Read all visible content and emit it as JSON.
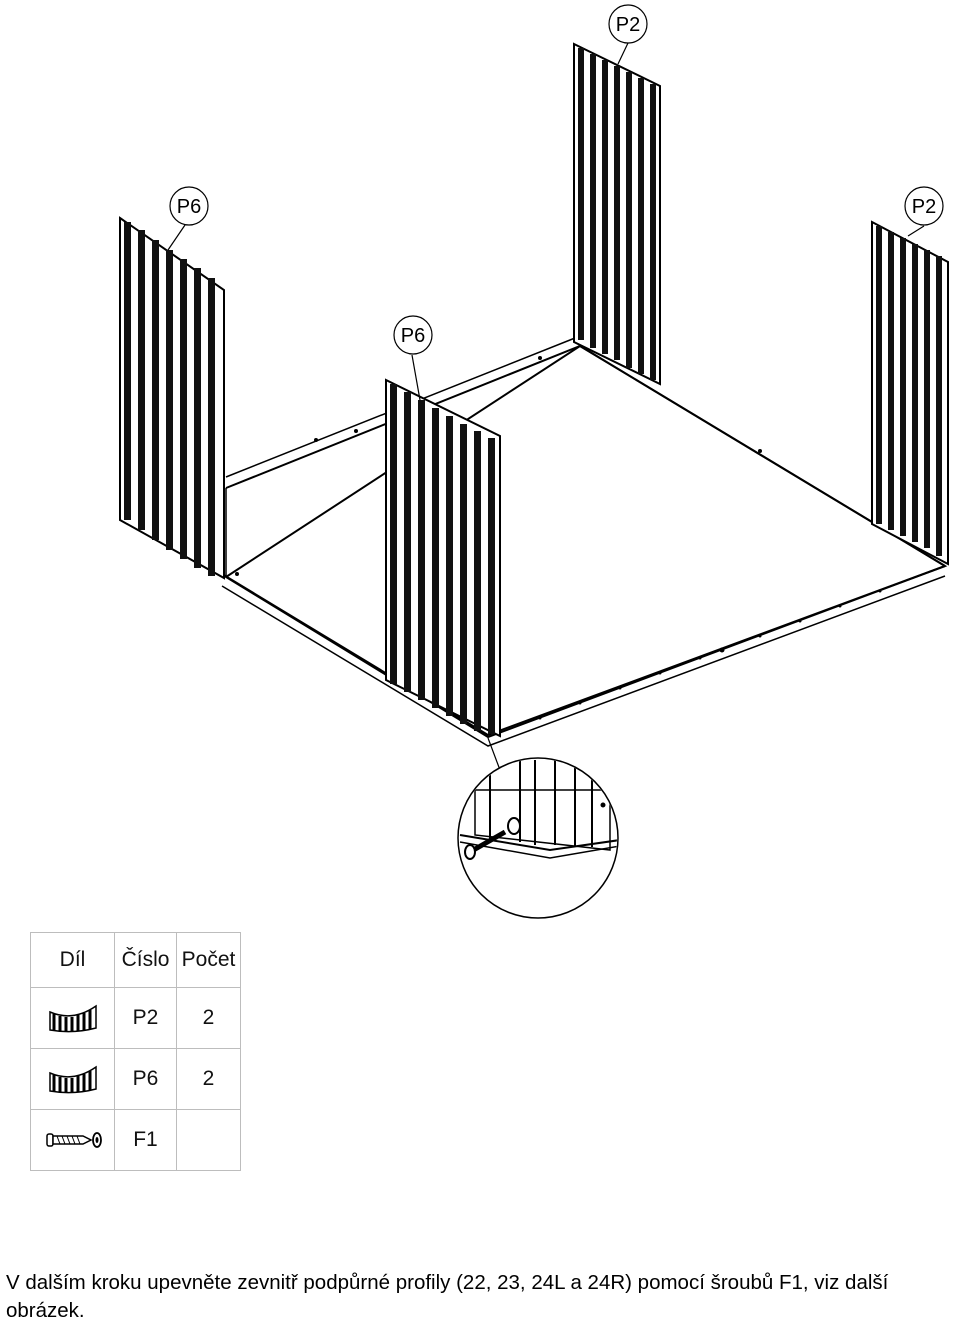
{
  "labels": {
    "p2_top": "P2",
    "p2_right": "P2",
    "p6_left": "P6",
    "p6_front": "P6"
  },
  "table": {
    "headers": [
      "Díl",
      "Číslo",
      "Počet"
    ],
    "rows": [
      {
        "icon": "wall-panel-icon",
        "number": "P2",
        "count": "2"
      },
      {
        "icon": "wall-panel-icon",
        "number": "P6",
        "count": "2"
      },
      {
        "icon": "screw-icon",
        "number": "F1",
        "count": ""
      }
    ]
  },
  "caption": "V dalším kroku upevněte zevnitř podpůrné profily (22, 23, 24L a 24R) pomocí šroubů F1, viz další obrázek."
}
